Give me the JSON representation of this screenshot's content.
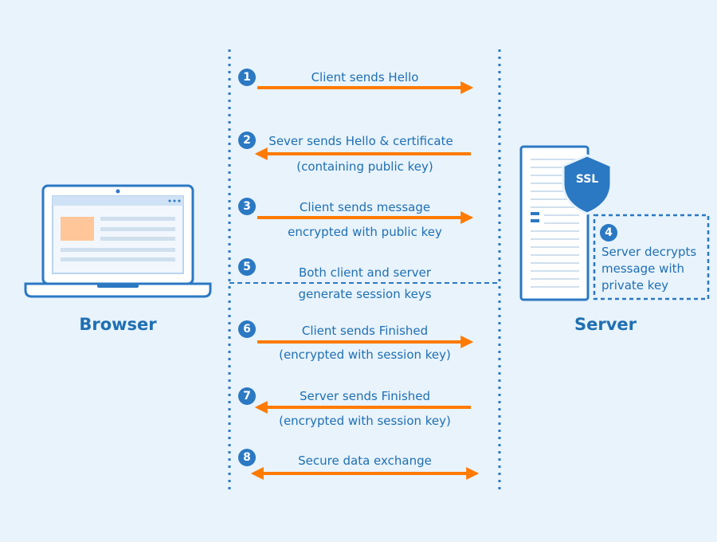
{
  "actors": {
    "browser": "Browser",
    "server": "Server"
  },
  "ssl_badge": "SSL",
  "steps": [
    {
      "num": "1",
      "line1": "Client sends Hello",
      "line2": "",
      "direction": "right"
    },
    {
      "num": "2",
      "line1": "Sever sends Hello & certificate",
      "line2": "(containing public key)",
      "direction": "left"
    },
    {
      "num": "3",
      "line1": "Client sends message",
      "line2": "encrypted with public key",
      "direction": "right"
    },
    {
      "num": "5",
      "line1": "Both client and server",
      "line2": "generate session keys",
      "direction": "none"
    },
    {
      "num": "6",
      "line1": "Client sends Finished",
      "line2": "(encrypted with session key)",
      "direction": "right"
    },
    {
      "num": "7",
      "line1": "Server sends Finished",
      "line2": "(encrypted with session key)",
      "direction": "left"
    },
    {
      "num": "8",
      "line1": "Secure data exchange",
      "line2": "",
      "direction": "both"
    }
  ],
  "server_step": {
    "num": "4",
    "line1": "Server decrypts",
    "line2": "message with",
    "line3": "private key"
  },
  "colors": {
    "background": "#e8f3fc",
    "blue": "#2b78c3",
    "text": "#1f6fb3",
    "arrow": "#ff7a00"
  }
}
